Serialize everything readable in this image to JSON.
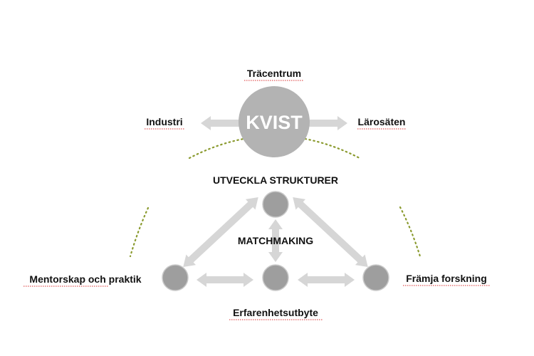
{
  "diagram": {
    "hub": {
      "label": "KVIST"
    },
    "partners": {
      "top": "Träcentrum",
      "left": "Industri",
      "right": "Lärosäten"
    },
    "activities": {
      "top": "UTVECKLA STRUKTURER",
      "center": "MATCHMAKING",
      "left": "Mentorskap och praktik",
      "right": "Främja forskning",
      "bottom": "Erfarenhetsutbyte"
    },
    "colors": {
      "hub_fill": "#b3b3b3",
      "node_fill": "#9e9e9e",
      "node_stroke": "#c9c9c9",
      "arrow_fill": "#d6d6d6",
      "dotted_arc": "#8a9a2e",
      "spellcheck_underline": "#d93030",
      "text": "#111111"
    }
  }
}
